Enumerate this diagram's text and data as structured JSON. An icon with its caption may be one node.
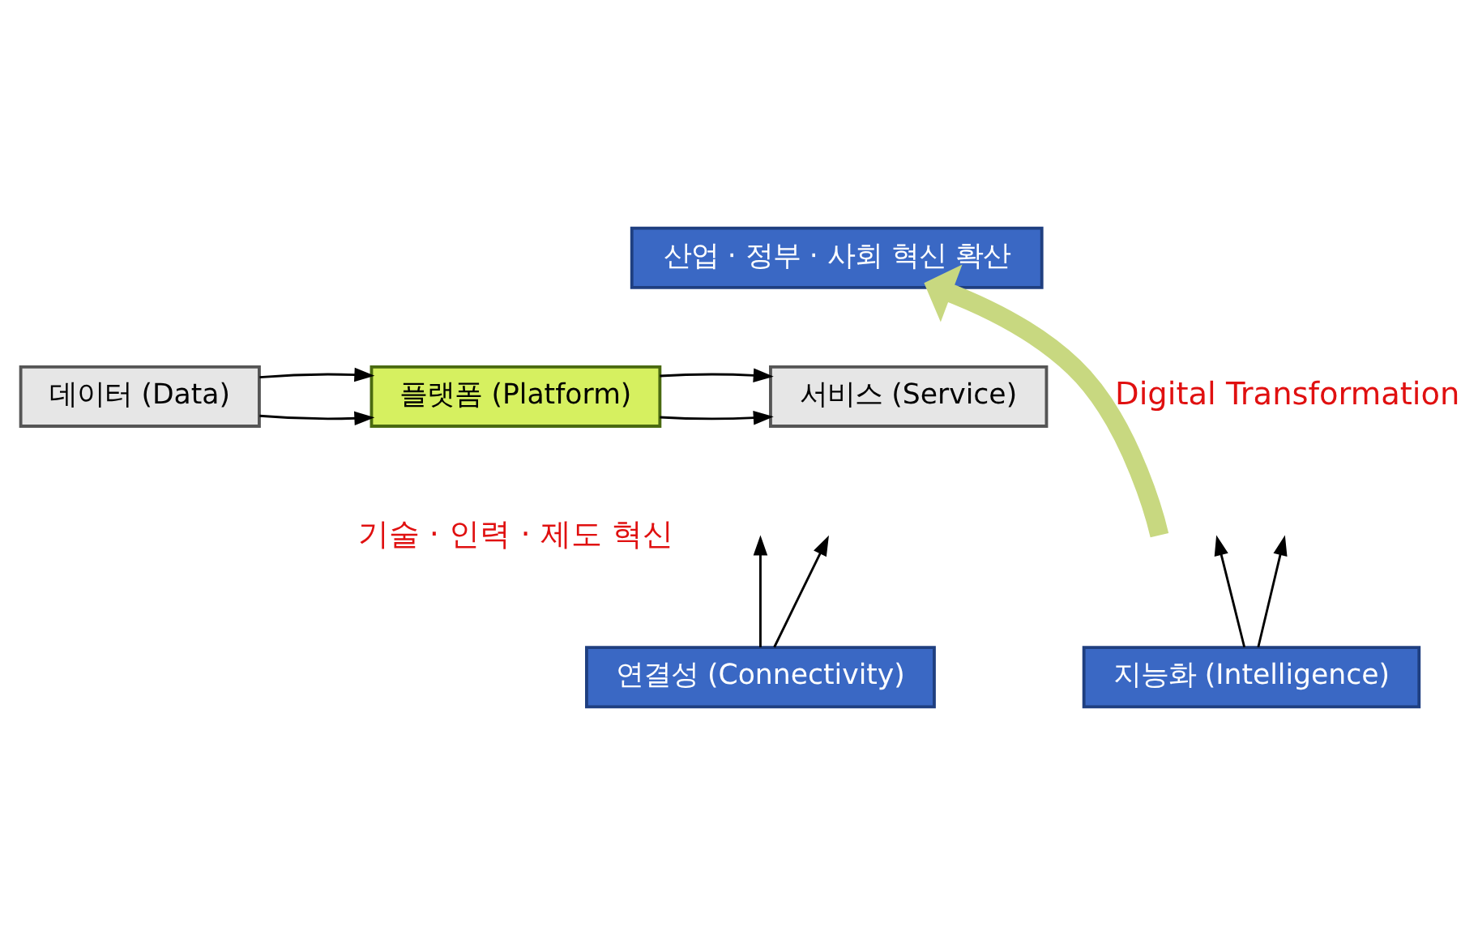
{
  "diagram": {
    "nodes": [
      {
        "text": [
          "산업 · 정부 · 사회 혁신 확산"
        ]
      },
      {
        "text": [
          "데이터 (Data)"
        ]
      },
      {
        "text": [
          "플랫폼 (Platform)"
        ]
      },
      {
        "text": [
          "서비스 (Service)"
        ]
      },
      {
        "text": [
          "연결성 (Connectivity)"
        ]
      },
      {
        "text": [
          "지능화 (Intelligence)"
        ]
      }
    ],
    "edges": [
      {
        "from": null,
        "to": 0,
        "arrow": "to",
        "label": "Digital Transformation",
        "style": "thick",
        "color": "#c8d880"
      },
      {
        "from": 1,
        "to": 2,
        "arrow": "to"
      },
      {
        "from": 1,
        "to": 2,
        "arrow": "to"
      },
      {
        "from": 2,
        "to": 3,
        "arrow": "to"
      },
      {
        "from": 2,
        "to": 3,
        "arrow": "to"
      },
      {
        "from": 4,
        "to": null,
        "arrow": "to"
      },
      {
        "from": 5,
        "to": null,
        "arrow": "to"
      },
      {
        "from": 4,
        "to": null,
        "arrow": "to"
      },
      {
        "from": 5,
        "to": null,
        "arrow": "to"
      }
    ],
    "labels": [
      "기술 · 인력 · 제도 혁신"
    ]
  }
}
